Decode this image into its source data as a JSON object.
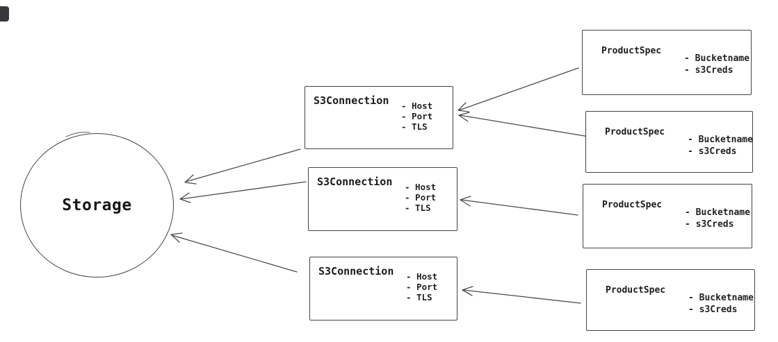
{
  "diagram": {
    "background": "#ffffff",
    "stroke_color": "#424242",
    "text_color": "#1d1d1f",
    "corner_fragment_color": "#37373c",
    "storage": {
      "label": "Storage"
    },
    "s3_connections": [
      {
        "title": "S3Connection",
        "attributes": [
          "- Host",
          "- Port",
          "- TLS"
        ]
      },
      {
        "title": "S3Connection",
        "attributes": [
          "- Host",
          "- Port",
          "- TLS"
        ]
      },
      {
        "title": "S3Connection",
        "attributes": [
          "- Host",
          "- Port",
          "- TLS"
        ]
      }
    ],
    "product_specs": [
      {
        "title": "ProductSpec",
        "attributes": [
          "- Bucketname",
          "- s3Creds"
        ]
      },
      {
        "title": "ProductSpec",
        "attributes": [
          "- Bucketname",
          "- s3Creds"
        ]
      },
      {
        "title": "ProductSpec",
        "attributes": [
          "- Bucketname",
          "- s3Creds"
        ]
      },
      {
        "title": "ProductSpec",
        "attributes": [
          "- Bucketname",
          "- s3Creds"
        ]
      }
    ]
  }
}
